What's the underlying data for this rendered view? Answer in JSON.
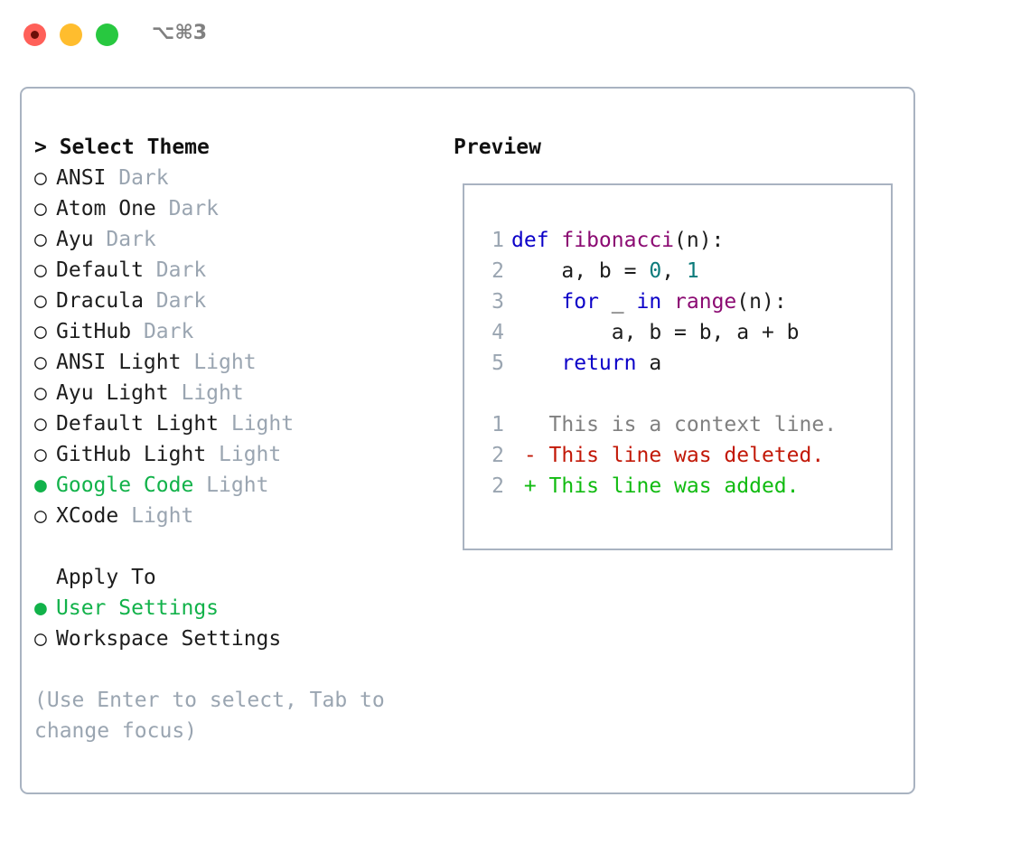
{
  "titlebar": {
    "shortcut": "⌥⌘3",
    "buttons": [
      {
        "name": "close",
        "color": "#ff6059"
      },
      {
        "name": "minimize",
        "color": "#ffbd2e"
      },
      {
        "name": "maximize",
        "color": "#28c840"
      }
    ]
  },
  "theme_picker": {
    "heading": "> Select Theme",
    "selected_bullet": "●",
    "unselected_bullet": "○",
    "items": [
      {
        "name": "ANSI",
        "variant": "Dark",
        "selected": false
      },
      {
        "name": "Atom One",
        "variant": "Dark",
        "selected": false
      },
      {
        "name": "Ayu",
        "variant": "Dark",
        "selected": false
      },
      {
        "name": "Default",
        "variant": "Dark",
        "selected": false
      },
      {
        "name": "Dracula",
        "variant": "Dark",
        "selected": false
      },
      {
        "name": "GitHub",
        "variant": "Dark",
        "selected": false
      },
      {
        "name": "ANSI Light",
        "variant": "Light",
        "selected": false
      },
      {
        "name": "Ayu Light",
        "variant": "Light",
        "selected": false
      },
      {
        "name": "Default Light",
        "variant": "Light",
        "selected": false
      },
      {
        "name": "GitHub Light",
        "variant": "Light",
        "selected": false
      },
      {
        "name": "Google Code",
        "variant": "Light",
        "selected": true
      },
      {
        "name": "XCode",
        "variant": "Light",
        "selected": false
      }
    ]
  },
  "apply_to": {
    "heading": "Apply To",
    "items": [
      {
        "name": "User Settings",
        "selected": true
      },
      {
        "name": "Workspace Settings",
        "selected": false
      }
    ]
  },
  "hint": "(Use Enter to select, Tab to change focus)",
  "preview": {
    "heading": "Preview",
    "code_lines": [
      {
        "lineno": "1",
        "tokens": [
          {
            "text": "def ",
            "type": "kw"
          },
          {
            "text": "fibonacci",
            "type": "fn"
          },
          {
            "text": "(n):",
            "type": "plain"
          }
        ]
      },
      {
        "lineno": "2",
        "tokens": [
          {
            "text": "    a, b = ",
            "type": "plain"
          },
          {
            "text": "0",
            "type": "num"
          },
          {
            "text": ", ",
            "type": "plain"
          },
          {
            "text": "1",
            "type": "num"
          }
        ]
      },
      {
        "lineno": "3",
        "tokens": [
          {
            "text": "    ",
            "type": "plain"
          },
          {
            "text": "for",
            "type": "kw"
          },
          {
            "text": " _ ",
            "type": "plain"
          },
          {
            "text": "in",
            "type": "kw"
          },
          {
            "text": " ",
            "type": "plain"
          },
          {
            "text": "range",
            "type": "fn"
          },
          {
            "text": "(n):",
            "type": "plain"
          }
        ]
      },
      {
        "lineno": "4",
        "tokens": [
          {
            "text": "        a, b = b, a + b",
            "type": "plain"
          }
        ]
      },
      {
        "lineno": "5",
        "tokens": [
          {
            "text": "    ",
            "type": "plain"
          },
          {
            "text": "return",
            "type": "kw"
          },
          {
            "text": " a",
            "type": "plain"
          }
        ]
      }
    ],
    "diff_lines": [
      {
        "lineno": "1",
        "marker": " ",
        "text": " This is a context line.",
        "type": "ctx"
      },
      {
        "lineno": "2",
        "marker": "-",
        "text": " This line was deleted.",
        "type": "del"
      },
      {
        "lineno": "2",
        "marker": "+",
        "text": " This line was added.",
        "type": "add"
      }
    ]
  },
  "colors": {
    "accent_green": "#12b24a",
    "muted": "#9aa5b1",
    "border": "#a9b3c1",
    "keyword": "#0b00c8",
    "function": "#8b0a72",
    "number": "#0b7b7b",
    "diff_delete": "#c21807",
    "diff_add": "#11bb11",
    "diff_context": "#808080"
  }
}
